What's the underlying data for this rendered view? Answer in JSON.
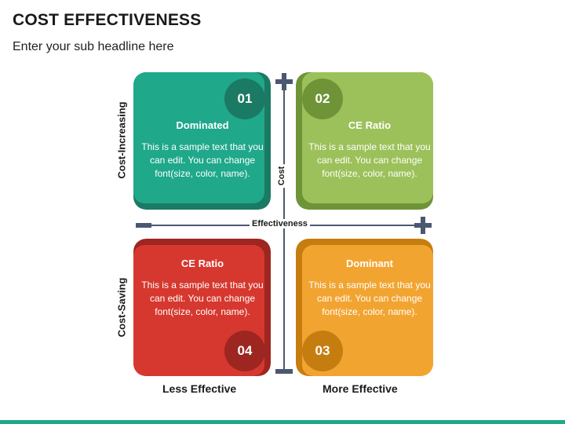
{
  "header": {
    "title": "COST EFFECTIVENESS",
    "subtitle": "Enter your sub headline here"
  },
  "axes": {
    "x_label": "Effectiveness",
    "y_label": "Cost",
    "left_bottom": "Less Effective",
    "right_bottom": "More Effective",
    "top_side": "Cost-Increasing",
    "bottom_side": "Cost-Saving"
  },
  "quadrants": [
    {
      "number": "01",
      "title": "Dominated",
      "text": "This is a sample text that you can edit. You can change font(size, color, name).",
      "color": "#1fa88a",
      "dark": "#1b7a63"
    },
    {
      "number": "02",
      "title": "CE Ratio",
      "text": "This is a sample text that you can edit. You can change font(size, color, name).",
      "color": "#9cc15a",
      "dark": "#6f9438"
    },
    {
      "number": "03",
      "title": "Dominant",
      "text": "This is a sample text that you can edit. You can change font(size, color, name).",
      "color": "#f2a431",
      "dark": "#c67d10"
    },
    {
      "number": "04",
      "title": "CE Ratio",
      "text": "This is a sample text that you can edit. You can change font(size, color, name).",
      "color": "#d6382f",
      "dark": "#9e2620"
    }
  ],
  "colors": {
    "axis": "#4a5872",
    "bottom_bar": "#1fa88a"
  }
}
